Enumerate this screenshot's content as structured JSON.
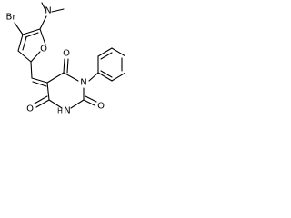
{
  "structure": {
    "atoms": {
      "br": "Br",
      "n_dimethyl": "N",
      "o_furan": "O",
      "o_c4": "O",
      "o_c6": "O",
      "o_c2": "O",
      "n1": "N",
      "n3": "N",
      "n3_h": "H"
    }
  }
}
